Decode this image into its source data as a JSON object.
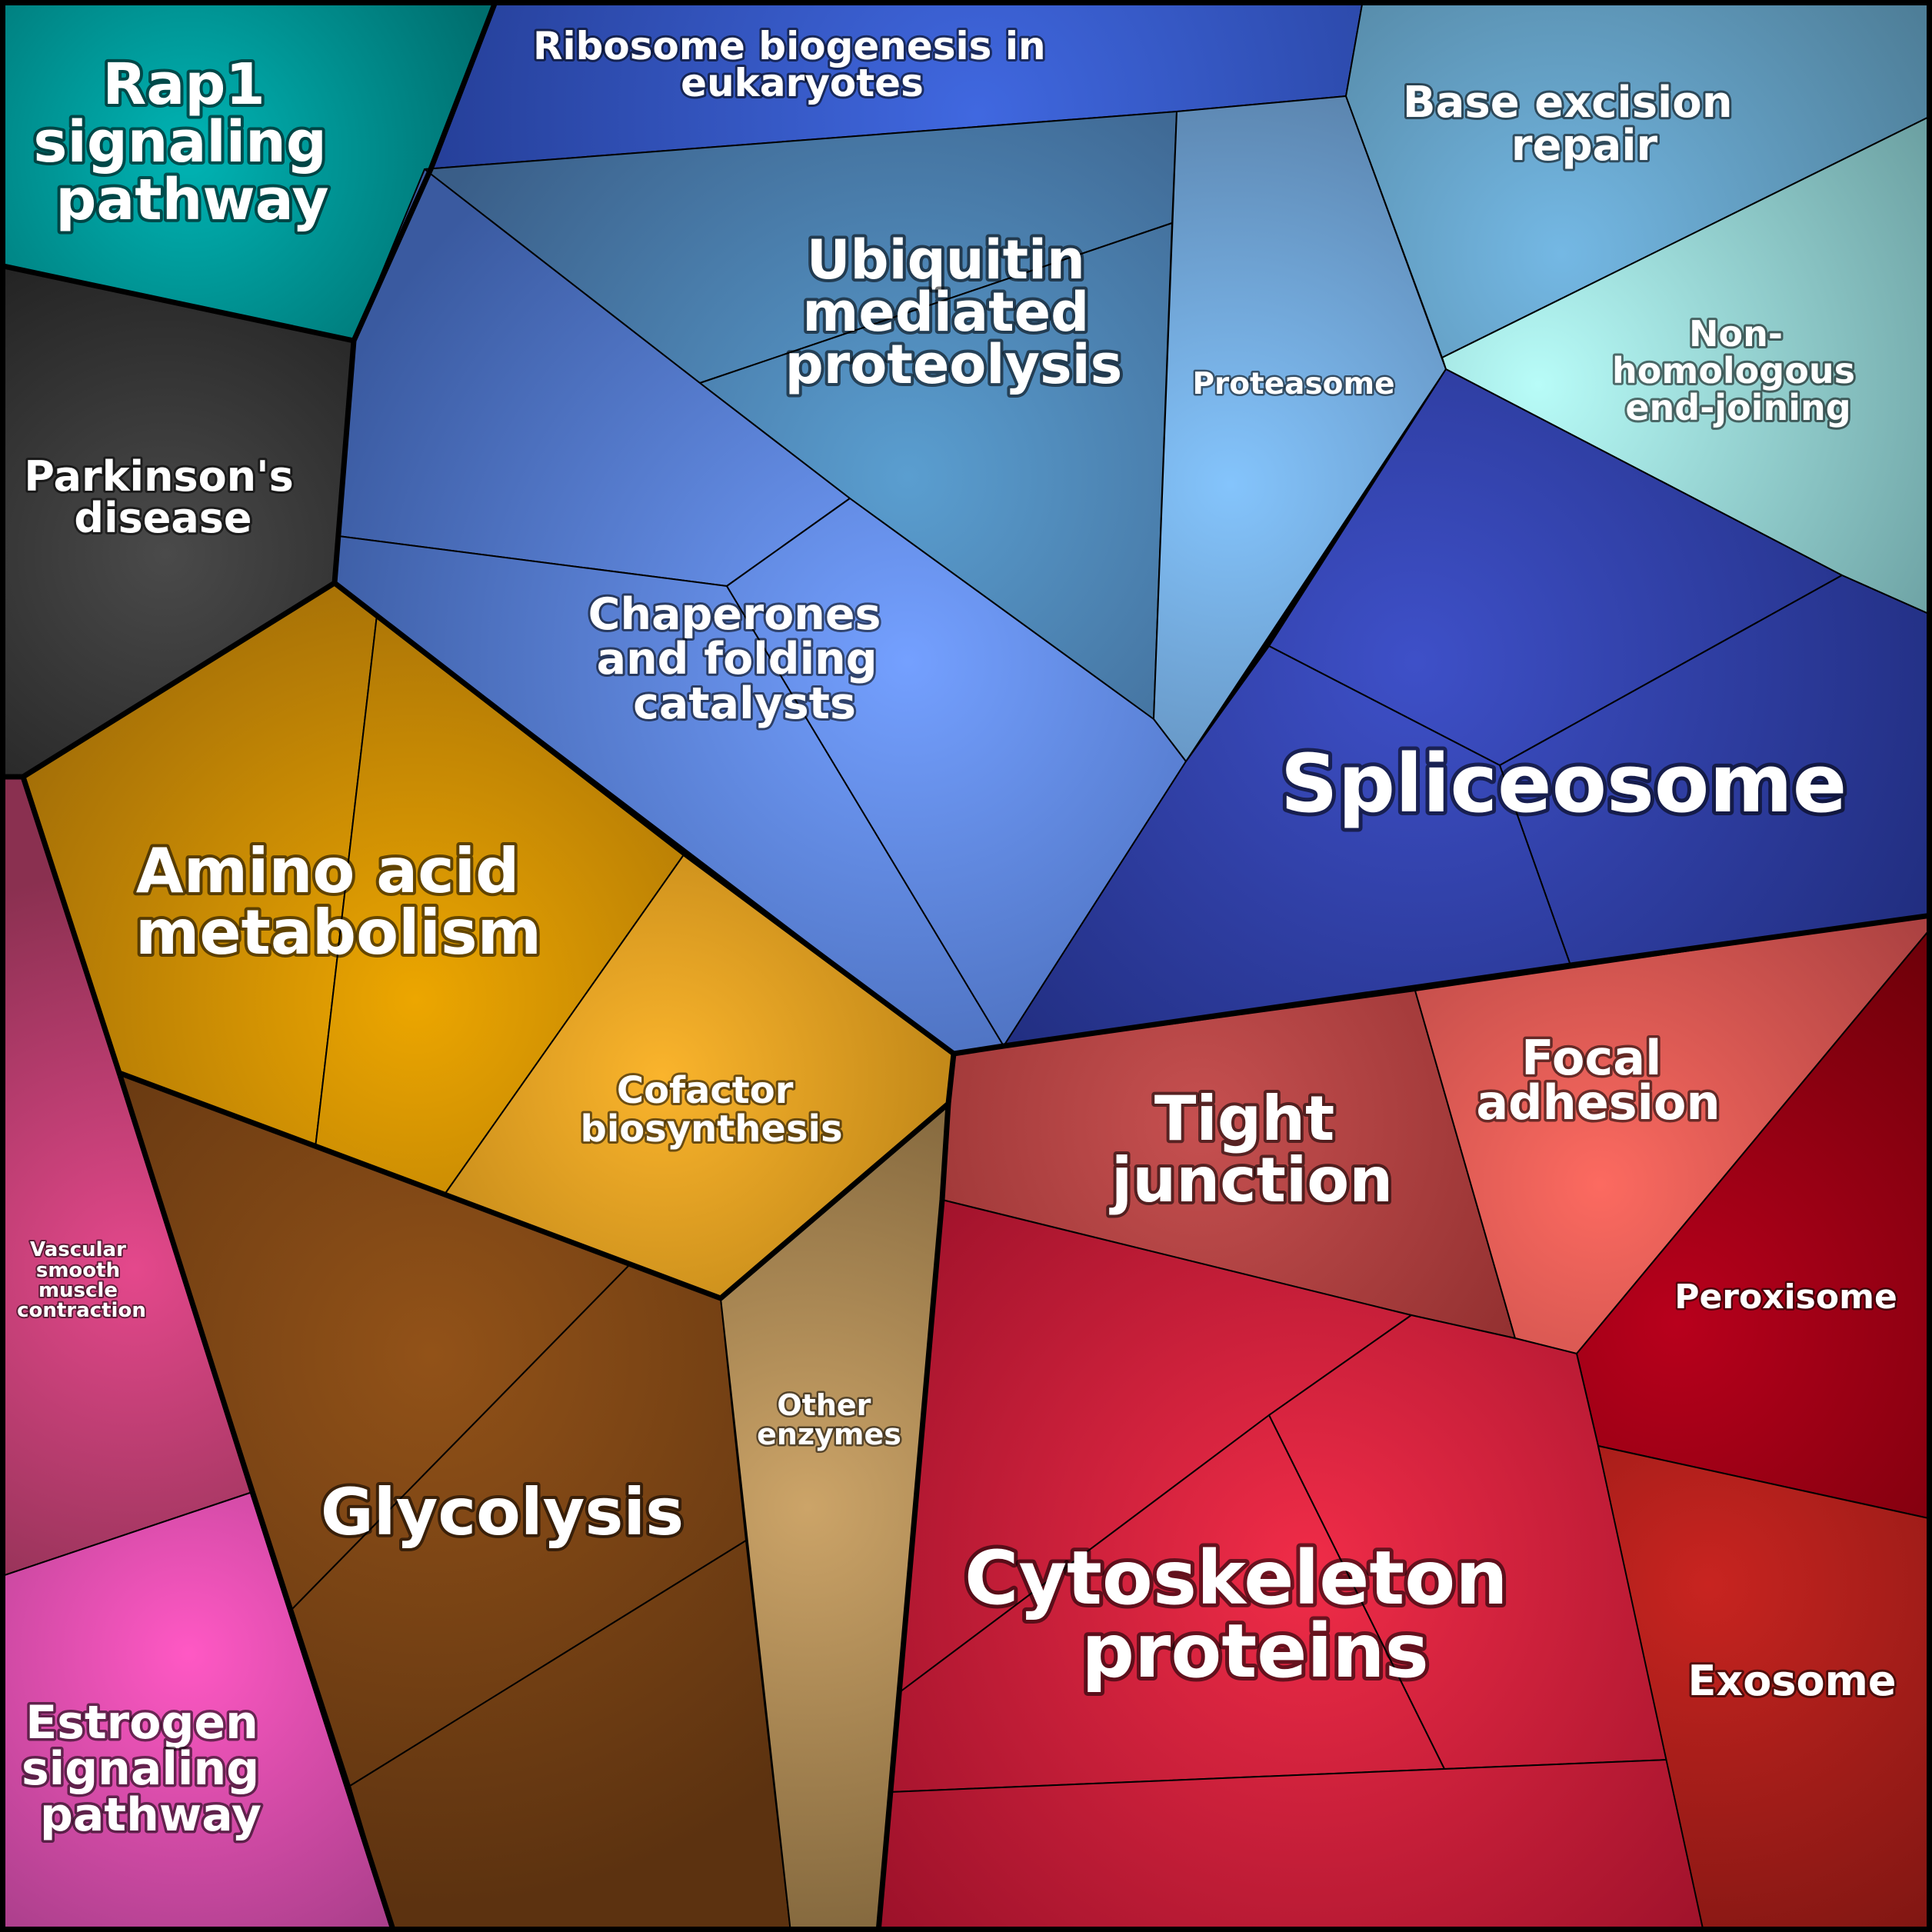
{
  "labels": {
    "rap1": [
      "Rap1",
      "signaling",
      "pathway"
    ],
    "ribosome": [
      "Ribosome biogenesis in",
      "eukaryotes"
    ],
    "base_excision": [
      "Base excision",
      "repair"
    ],
    "ubiquitin": [
      "Ubiquitin",
      "mediated",
      "proteolysis"
    ],
    "proteasome": [
      "Proteasome"
    ],
    "nhej": [
      "Non-",
      "homologous",
      "end-joining"
    ],
    "parkinsons": [
      "Parkinson's",
      "disease"
    ],
    "chaperones": [
      "Chaperones",
      "and folding",
      "catalysts"
    ],
    "spliceosome": [
      "Spliceosome"
    ],
    "amino_acid": [
      "Amino acid",
      "metabolism"
    ],
    "cofactor": [
      "Cofactor",
      "biosynthesis"
    ],
    "vascular": [
      "Vascular",
      "smooth",
      "muscle",
      "contraction"
    ],
    "glycolysis": [
      "Glycolysis"
    ],
    "other_enzymes": [
      "Other",
      "enzymes"
    ],
    "tight_junction": [
      "Tight",
      "junction"
    ],
    "focal_adhesion": [
      "Focal",
      "adhesion"
    ],
    "peroxisome": [
      "Peroxisome"
    ],
    "cytoskeleton": [
      "Cytoskeleton",
      "proteins"
    ],
    "exosome": [
      "Exosome"
    ],
    "estrogen": [
      "Estrogen",
      "signaling",
      "pathway"
    ]
  },
  "colors": {
    "rap1": "#008080",
    "parkinsons": "#2b2b2b",
    "ribosome": "#2f4aa8",
    "ubiquitin": "#4a7aa8",
    "proteasome": "#6a9ed0",
    "base_excision": "#5a8eb0",
    "nhej": "#8ec8c8",
    "chaperones": "#5a86d0",
    "spliceosome": "#2a3a9a",
    "amino_acid": "#b07c08",
    "cofactor": "#c08a18",
    "glycolysis": "#7a4414",
    "other_enzymes": "#8c7040",
    "vascular": "#a03a5c",
    "estrogen": "#b0408a",
    "tight_junction": "#a03636",
    "focal_adhesion": "#c04c48",
    "peroxisome": "#8c0010",
    "cytoskeleton": "#b01c34",
    "exosome": "#941a16"
  }
}
